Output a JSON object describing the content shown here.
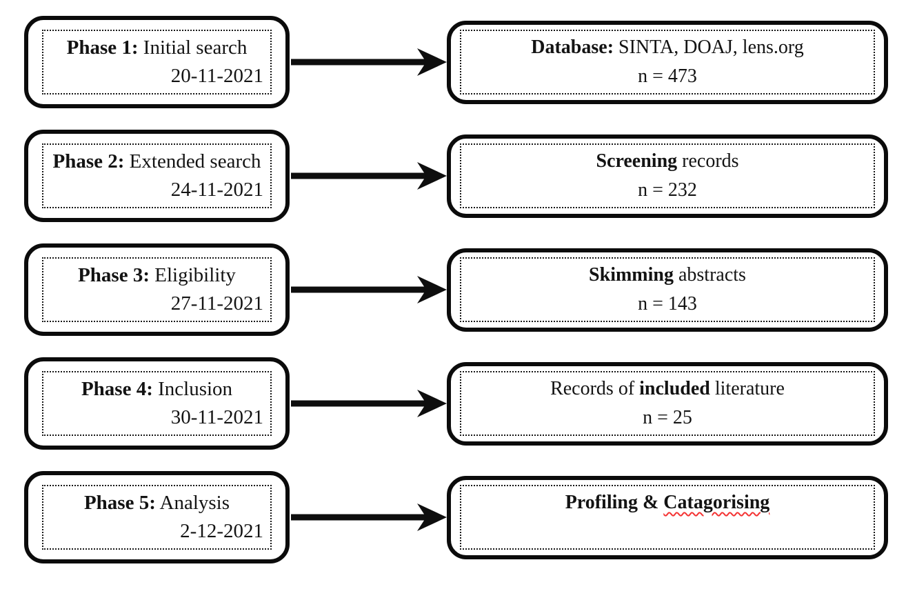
{
  "diagram": {
    "kind": "literature-review-flowchart",
    "colors": {
      "box_border": "#0b0b0b",
      "text": "#131313",
      "arrow": "#0e0e0e",
      "spellcheck_underline": "#f43333"
    },
    "icons": {
      "flow_arrow": "right-arrow"
    },
    "rows": [
      {
        "left": {
          "bold": "Phase 1:",
          "rest": " Initial search",
          "date": "20-11-2021"
        },
        "right": {
          "pre": "",
          "bold": "Database:",
          "bold_misspelled": "",
          "post": " SINTA, DOAJ, lens.org",
          "count": "n = 473"
        }
      },
      {
        "left": {
          "bold": "Phase 2:",
          "rest": " Extended search",
          "date": "24-11-2021"
        },
        "right": {
          "pre": "",
          "bold": "Screening",
          "bold_misspelled": "",
          "post": " records",
          "count": "n = 232"
        }
      },
      {
        "left": {
          "bold": "Phase 3:",
          "rest": " Eligibility",
          "date": "27-11-2021"
        },
        "right": {
          "pre": "",
          "bold": "Skimming",
          "bold_misspelled": "",
          "post": " abstracts",
          "count": "n = 143"
        }
      },
      {
        "left": {
          "bold": "Phase 4:",
          "rest": " Inclusion",
          "date": "30-11-2021"
        },
        "right": {
          "pre": "Records of ",
          "bold": "included",
          "bold_misspelled": "",
          "post": " literature",
          "count": "n = 25"
        }
      },
      {
        "left": {
          "bold": "Phase 5:",
          "rest": " Analysis",
          "date": "2-12-2021"
        },
        "right": {
          "pre": "",
          "bold": "Profiling & ",
          "bold_misspelled": "Catagorising",
          "post": "",
          "count": ""
        }
      }
    ]
  }
}
